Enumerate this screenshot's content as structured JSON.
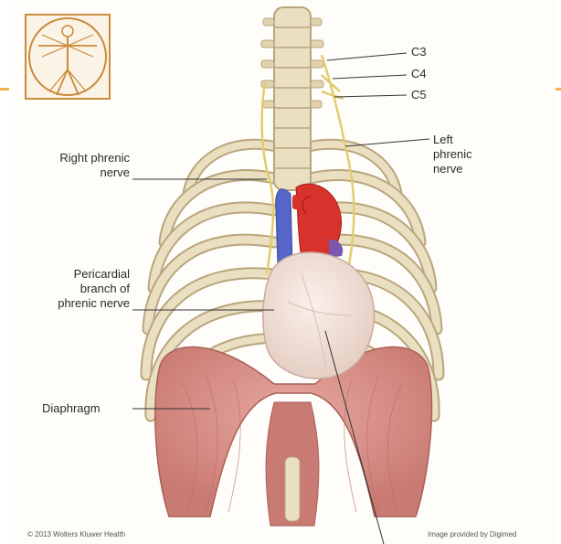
{
  "labels": {
    "c3": "C3",
    "c4": "C4",
    "c5": "C5",
    "left_phrenic_nerve": "Left\nphrenic\nnerve",
    "right_phrenic_nerve": "Right phrenic\nnerve",
    "pericardial_branch": "Pericardial\nbranch of\nphrenic nerve",
    "diaphragm": "Diaphragm"
  },
  "credits": {
    "copyright": "© 2013 Wolters Kluwer Health",
    "image_source": "Image provided by Digimed"
  },
  "colors": {
    "slide_accent": "#f0b24a",
    "bone": "#eadfc0",
    "bone_outline": "#b8a67c",
    "muscle": "#d9918a",
    "heart_red": "#d8322c",
    "vein_blue": "#5566c8",
    "pericardium": "#f1e1d8",
    "nerve": "#e8d68a"
  },
  "logo": {
    "name": "vitruvian-man-icon"
  }
}
